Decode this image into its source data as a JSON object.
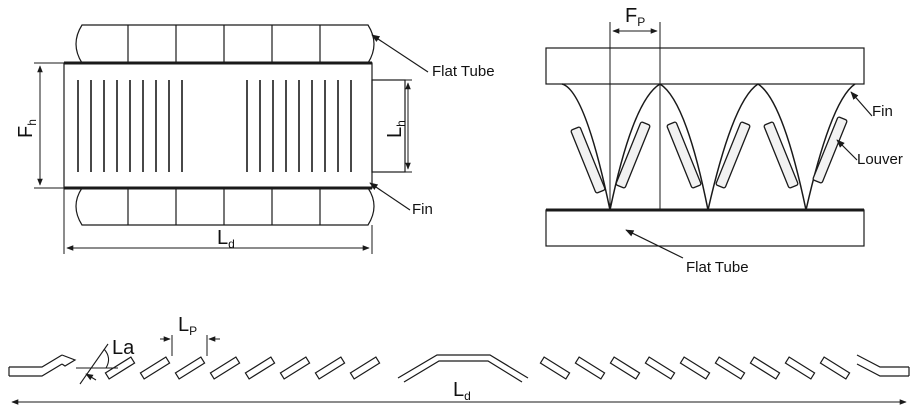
{
  "views": {
    "front": {
      "tube_label": "Flat Tube",
      "fin_label": "Fin",
      "fh_main": "F",
      "fh_sub": "h",
      "lh_main": "L",
      "lh_sub": "h",
      "ld_main": "L",
      "ld_sub": "d"
    },
    "side": {
      "fp_main": "F",
      "fp_sub": "P",
      "fin_label": "Fin",
      "louver_label": "Louver",
      "tube_label": "Flat Tube"
    },
    "louver_section": {
      "lp_main": "L",
      "lp_sub": "P",
      "la_label": "La",
      "ld_main": "L",
      "ld_sub": "d"
    }
  },
  "colors": {
    "line": "#1a1a1a",
    "background": "#ffffff"
  }
}
